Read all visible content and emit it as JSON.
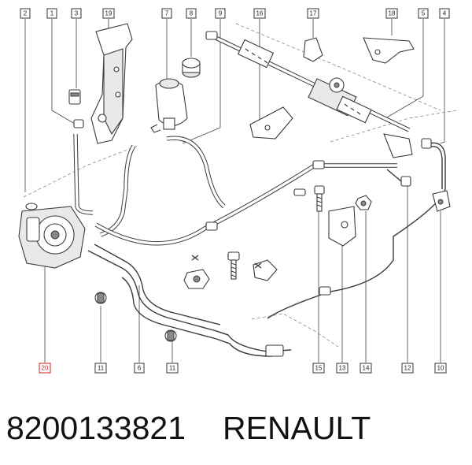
{
  "diagram": {
    "callouts_top": [
      "2",
      "1",
      "3",
      "19",
      "7",
      "8",
      "9",
      "16",
      "17",
      "18",
      "5",
      "4"
    ],
    "callouts_bottom": [
      "20",
      "11",
      "6",
      "11",
      "15",
      "13",
      "14",
      "12",
      "10"
    ],
    "highlighted_callout": "20",
    "highlight_color": "#d21f1f"
  },
  "caption": {
    "part_number": "8200133821",
    "brand": "RENAULT"
  }
}
